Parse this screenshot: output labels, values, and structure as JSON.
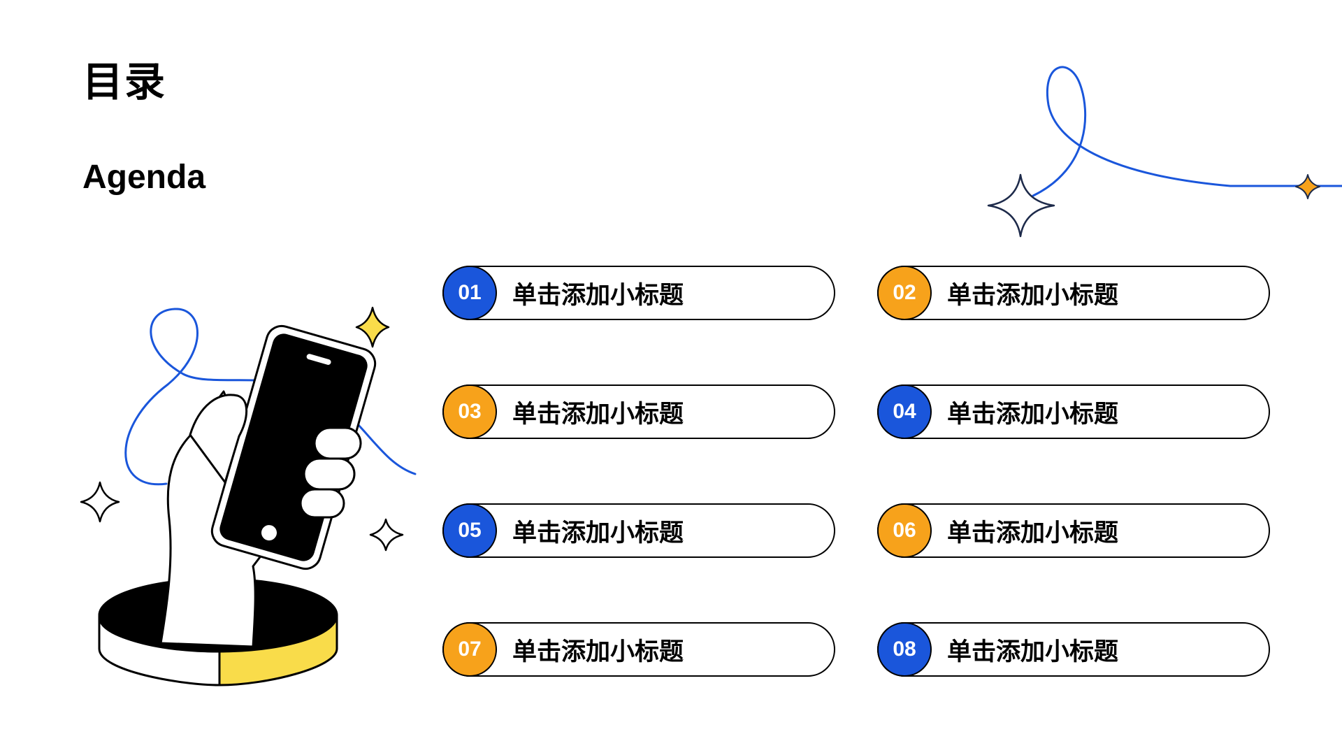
{
  "header": {
    "title_cn": "目录",
    "title_en": "Agenda"
  },
  "colors": {
    "blue": "#1a56db",
    "orange": "#f7a21b",
    "yellow": "#f9dc4a",
    "black": "#000000"
  },
  "icons": [
    "phone-in-hand-illustration",
    "sparkle-icon",
    "star-icon"
  ],
  "agenda": {
    "items": [
      {
        "num": "01",
        "label": "单击添加小标题",
        "color": "#1a56db"
      },
      {
        "num": "02",
        "label": "单击添加小标题",
        "color": "#f7a21b"
      },
      {
        "num": "03",
        "label": "单击添加小标题",
        "color": "#f7a21b"
      },
      {
        "num": "04",
        "label": "单击添加小标题",
        "color": "#1a56db"
      },
      {
        "num": "05",
        "label": "单击添加小标题",
        "color": "#1a56db"
      },
      {
        "num": "06",
        "label": "单击添加小标题",
        "color": "#f7a21b"
      },
      {
        "num": "07",
        "label": "单击添加小标题",
        "color": "#f7a21b"
      },
      {
        "num": "08",
        "label": "单击添加小标题",
        "color": "#1a56db"
      }
    ]
  }
}
